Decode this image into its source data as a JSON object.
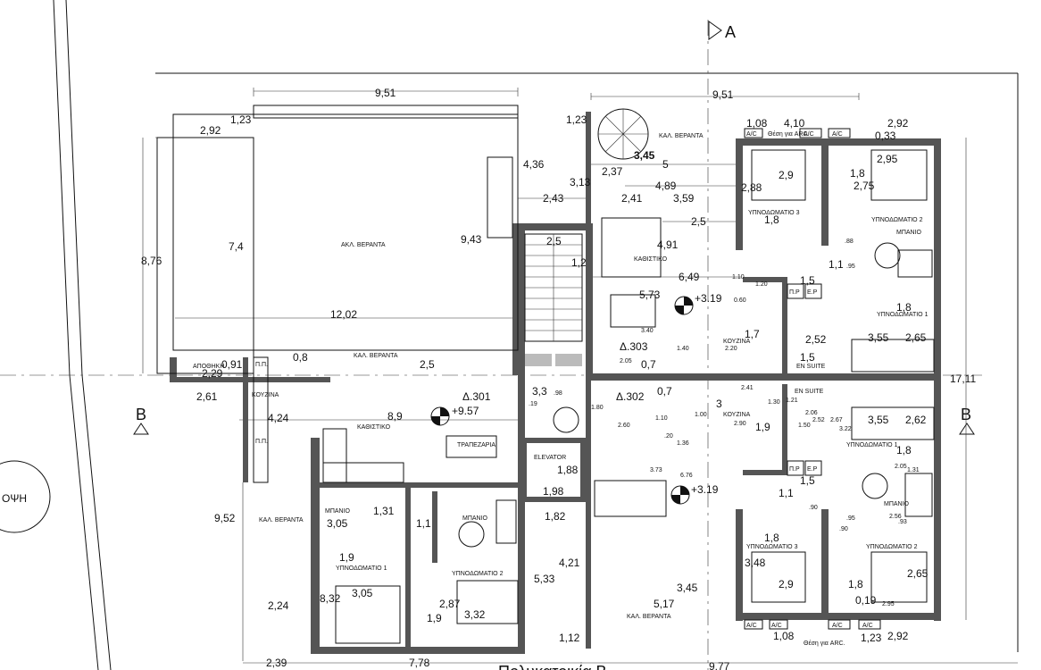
{
  "markers": {
    "section_a": "A",
    "section_b": "B",
    "elevation": "ΟΨΗ"
  },
  "title_partial": "Πολυκατοικία Β",
  "colors": {
    "line": "#111111",
    "wall": "#555555",
    "background": "#ffffff"
  },
  "rooms": {
    "veranda_large": "ΑΚΛ. ΒΕΡΑΝΤΑ",
    "veranda_1": "ΚΑΛ. ΒΕΡΑΝΤΑ",
    "veranda_2": "ΚΑΛ. ΒΕΡΑΝΤΑ",
    "veranda_3": "ΚΑΛ. ΒΕΡΑΝΤΑ",
    "veranda_4": "ΚΑΛ. ΒΕΡΑΝΤΑ",
    "kitchen_301": "ΚΟΥΖΙΝΑ",
    "living_301": "ΚΑΘΙΣΤΙΚΟ",
    "dining_301": "ΤΡΑΠΕΖΑΡΙΑ",
    "bath_a": "ΜΠΑΝΙΟ",
    "bath_b": "ΜΠΑΝΙΟ",
    "bed1_301": "ΥΠΝΟΔΩΜΑΤΙΟ 1",
    "bed2_301": "ΥΠΝΟΔΩΜΑΤΙΟ 2",
    "storage": "ΑΠΟΘΗΚΗ",
    "living_303": "ΚΑΘΙΣΤΙΚΟ",
    "kitchen_303": "ΚΟΥΖΙΝΑ",
    "bed3_303": "ΥΠΝΟΔΩΜΑΤΙΟ 3",
    "bed2_303": "ΥΠΝΟΔΩΜΑΤΙΟ 2",
    "bed1_303": "ΥΠΝΟΔΩΜΑΤΙΟ 1",
    "ensuite_303": "EN SUITE",
    "ensuite_302": "EN SUITE",
    "kitchen_302": "ΚΟΥΖΙΝΑ",
    "bed1_302": "ΥΠΝΟΔΩΜΑΤΙΟ 1",
    "bed3_302": "ΥΠΝΟΔΩΜΑΤΙΟ 3",
    "bed2_302": "ΥΠΝΟΔΩΜΑΤΙΟ 2",
    "bath_302": "ΜΠΑΝΙΟ",
    "bath_303": "ΜΠΑΝΙΟ",
    "elevator": "ELEVATOR",
    "pp1": "Π.Π.",
    "pp2": "Π.Π."
  },
  "units": {
    "u301": "Δ.301",
    "u302": "Δ.302",
    "u303": "Δ.303"
  },
  "levels": {
    "l301": "+9.57",
    "l303": "+3.19",
    "l302": "+3.19"
  },
  "ac": [
    "A/C",
    "A/C",
    "A/C",
    "A/C",
    "A/C",
    "A/C",
    "A/C"
  ],
  "notes": {
    "ac_top": "Θέση για ARC.",
    "ac_bottom": "Θέση για ARC."
  },
  "pr_boxes": [
    "Π.Ρ",
    "Ε.Ρ",
    "Π.Ρ",
    "Ε.Ρ"
  ],
  "dims": {
    "d951a": "9,51",
    "d951b": "9,51",
    "d292a": "2,92",
    "d123a": "1,23",
    "d436": "4,36",
    "d243": "2,43",
    "d943": "9,43",
    "d74": "7,4",
    "d876": "8,76",
    "d1202": "12,02",
    "d08": "0,8",
    "d25a": "2,5",
    "d091": "0,91",
    "d229": "2,29",
    "d261": "2,61",
    "d424": "4,24",
    "d89": "8,9",
    "d952": "9,52",
    "d305a": "3,05",
    "d131": "1,31",
    "d11a": "1,1",
    "d19a": "1,9",
    "d305b": "3,05",
    "d832": "8,32",
    "d224": "2,24",
    "d287": "2,87",
    "d19b": "1,9",
    "d332": "3,32",
    "d239": "2,39",
    "d778": "7,78",
    "d533": "5,33",
    "d182": "1,82",
    "d421": "4,21",
    "d112": "1,12",
    "d198": "1,98",
    "d188": "1,88",
    "d33": "3,3",
    "d123b": "1,23",
    "d313": "3,13",
    "d237": "2,37",
    "d345a": "3,45",
    "d5": "5",
    "d489": "4,89",
    "d241": "2,41",
    "d359": "3,59",
    "d25b": "2,5",
    "d25c": "2,5",
    "d12": "1,2",
    "d491": "4,91",
    "d649": "6,49",
    "d573": "5,73",
    "d288": "2,88",
    "d108a": "1,08",
    "d410": "4,10",
    "d292b": "2,92",
    "d033": "0,33",
    "d29a": "2,9",
    "d18a": "1,8",
    "d295": "2,95",
    "d275": "2,75",
    "d18b": "1,8",
    "d11b": "1,1",
    "d15a": "1,5",
    "d18c": "1,8",
    "d17": "1,7",
    "d252": "2,52",
    "d355a": "3,55",
    "d265a": "2,65",
    "d15b": "1,5",
    "d1711": "17,11",
    "d07a": "0,7",
    "d07b": "0,7",
    "d3": "3",
    "d19c": "1,9",
    "d355b": "3,55",
    "d262": "2,62",
    "d18d": "1,8",
    "d15c": "1,5",
    "d11c": "1,1",
    "d348": "3,48",
    "d18e": "1,8",
    "d29b": "2,9",
    "d18f": "1,8",
    "d265b": "2,65",
    "d019": "0,19",
    "d345b": "3,45",
    "d517": "5,17",
    "d108b": "1,08",
    "d123c": "1,23",
    "d292c": "2,92",
    "d977": "9,77"
  },
  "small_dims": {
    "s340": "3.40",
    "s140": "1.40",
    "s220": "2.20",
    "s205": "2.05",
    "s110": "1.10",
    "s120": "1.20",
    "s060": "0.60",
    "s098": ".98",
    "s019": ".19",
    "s180": "1.80",
    "s260": "2.60",
    "s100": "1.00",
    "s136": "1.36",
    "s373": "3.73",
    "s676": "6.76",
    "s241": "2.41",
    "s121": "1.21",
    "s130": "1.30",
    "s206": "2.06",
    "s252": "2.52",
    "s267": "2.67",
    "s150": "1.50",
    "s322": "3.22",
    "s290": "2.90",
    "s090a": ".90",
    "s090b": ".90",
    "s095a": ".95",
    "s095b": ".95",
    "s093": ".93",
    "s256": "2.56",
    "s131": "1.31",
    "s088": ".88",
    "s295": "2.95",
    "s205b": "2.05",
    "s110b": "1.10",
    "s020": ".20"
  }
}
